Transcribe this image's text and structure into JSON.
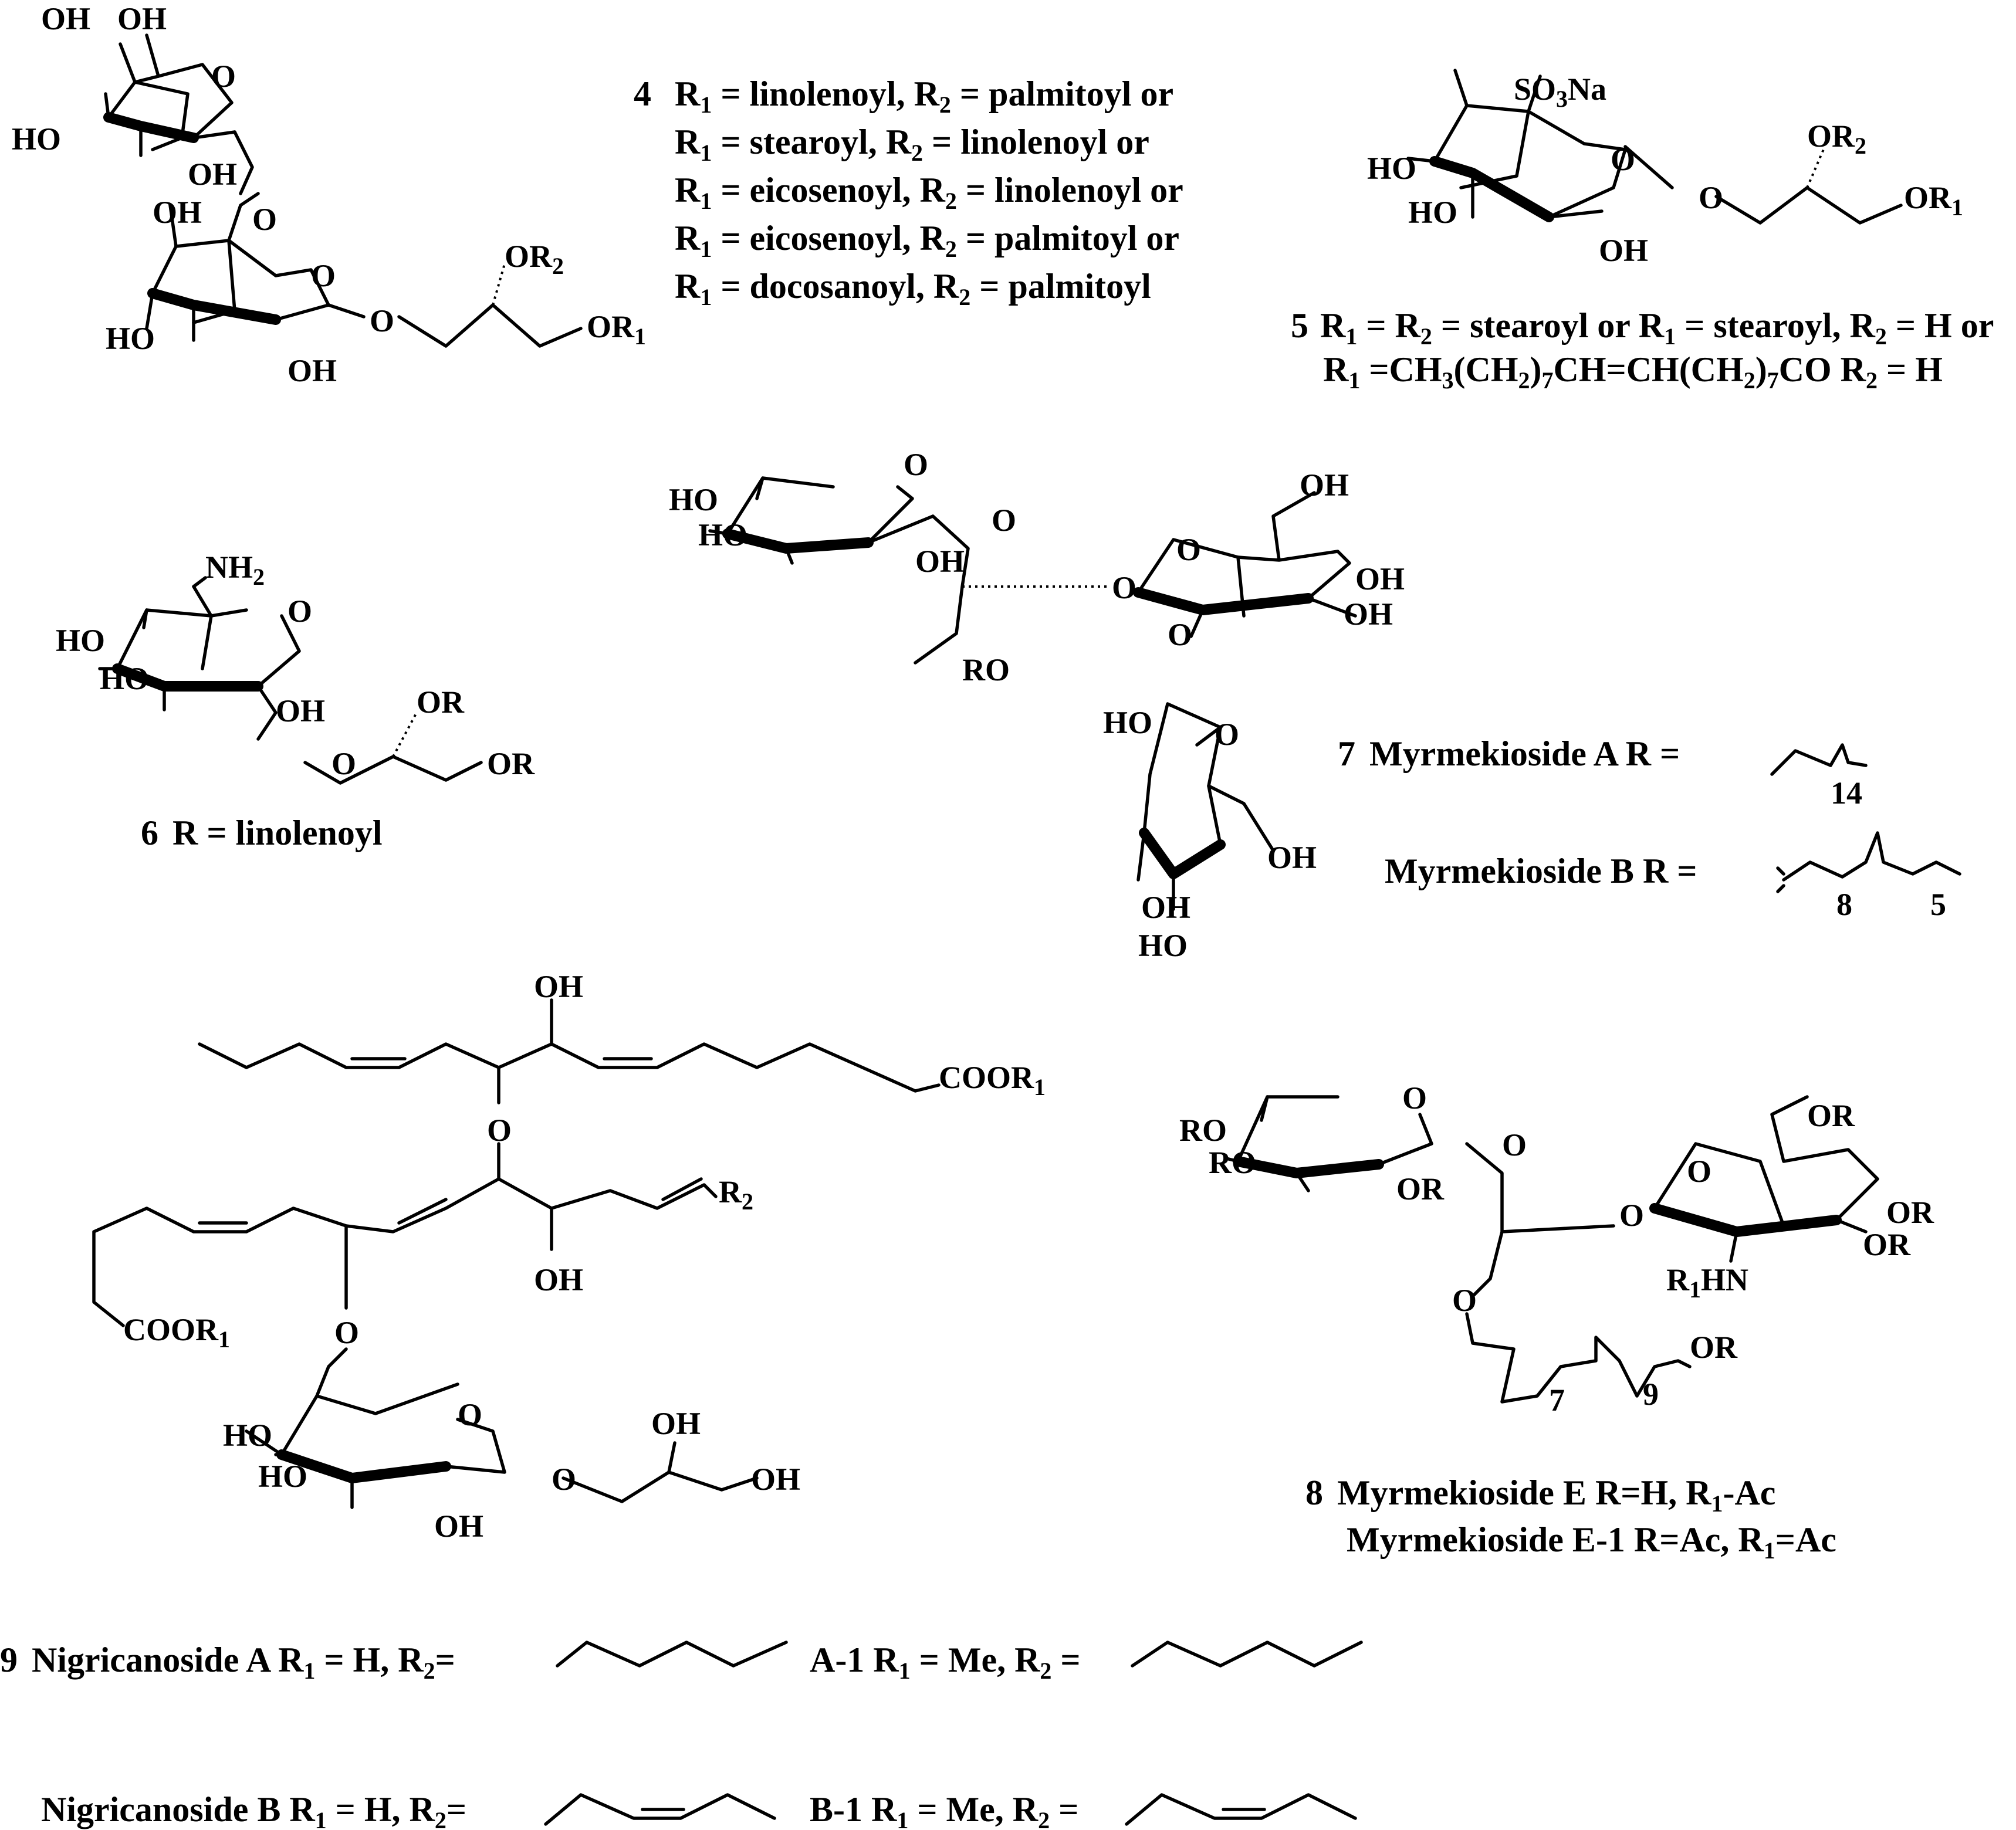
{
  "compound4": {
    "labels": {
      "oh1": "OH",
      "oh2": "OH",
      "ho3": "HO",
      "oh4": "OH",
      "oh5": "OH",
      "ho6": "HO",
      "oh7": "OH",
      "o1": "O",
      "o2": "O",
      "o3": "O",
      "o4": "O",
      "or2": "OR",
      "or2_sub": "2",
      "or1": "OR",
      "or1_sub": "1"
    },
    "number": "4",
    "caption": [
      {
        "r1": "R",
        "r1s": "1",
        "t1": " = linolenoyl, R",
        "r2s": "2",
        "t2": " = palmitoyl or"
      },
      {
        "r1": "R",
        "r1s": "1",
        "t1": " = stearoyl, R",
        "r2s": "2",
        "t2": " = linolenoyl or"
      },
      {
        "r1": "R",
        "r1s": "1",
        "t1": " = eicosenoyl, R",
        "r2s": "2",
        "t2": " = linolenoyl  or"
      },
      {
        "r1": "R",
        "r1s": "1",
        "t1": " = eicosenoyl, R",
        "r2s": "2",
        "t2": " = palmitoyl or"
      },
      {
        "r1": "R",
        "r1s": "1",
        "t1": " = docosanoyl, R",
        "r2s": "2",
        "t2": " = palmitoyl"
      }
    ]
  },
  "compound5": {
    "labels": {
      "so3": "SO",
      "so3_sub": "3",
      "so3_end": "Na",
      "ho1": "HO",
      "ho2": "HO",
      "oh": "OH",
      "o1": "O",
      "o2": "O",
      "or2": "OR",
      "or2_sub": "2",
      "or1": "OR",
      "or1_sub": "1"
    },
    "number": "5",
    "caption_line1": {
      "a": "R",
      "as": "1",
      "b": " = R",
      "bs": "2",
      "c": " = stearoyl or R",
      "cs": "1",
      "d": " = stearoyl,  R",
      "ds": "2",
      "e": " = H or"
    },
    "caption_line2": {
      "a": "R",
      "as": "1",
      "b": " =CH",
      "bs": "3",
      "c": "(CH",
      "cs": "2",
      "d": ")",
      "ds": "7",
      "e": "CH=CH(CH",
      "es": "2",
      "f": ")",
      "fs": "7",
      "g": "CO R",
      "gs": "2",
      "h": " = H"
    }
  },
  "compound6": {
    "labels": {
      "nh2": "NH",
      "nh2_sub": "2",
      "ho1": "HO",
      "ho2": "HO",
      "oh": "OH",
      "o1": "O",
      "o2": "O",
      "or_a": "OR",
      "or_b": "OR"
    },
    "number": "6",
    "caption": "R = linolenoyl"
  },
  "compound7": {
    "labels": {
      "ho1": "HO",
      "ho2": "HO",
      "oh1": "OH",
      "o1": "O",
      "o2": "O",
      "o3": "O",
      "oh2": "OH",
      "oh3": "OH",
      "oh4": "OH",
      "o4": "O",
      "ro": "RO",
      "ho3": "HO",
      "o5": "O",
      "o6": "O",
      "oh5": "OH",
      "oh6": "OH",
      "ho4": "HO"
    },
    "number": "7",
    "name_a": "Myrmekioside A R =",
    "count_a": "14",
    "name_b": "Myrmekioside B R =",
    "count_b1": "8",
    "count_b2": "5"
  },
  "compound8": {
    "labels": {
      "ro1": "RO",
      "ro2": "RO",
      "or1": "OR",
      "o1": "O",
      "o2": "O",
      "or_top": "OR",
      "o3": "O",
      "o4": "O",
      "or2": "OR",
      "or3": "OR",
      "r1hn": "R",
      "r1hn_sub": "1",
      "r1hn_end": "HN",
      "o5": "O",
      "or_chain": "OR",
      "n7": "7",
      "n9": "9"
    },
    "number": "8",
    "caption_line1": {
      "a": "Myrmekioside E R=H, R",
      "as": "1",
      "b": "-Ac"
    },
    "caption_line2": {
      "a": "Myrmekioside E-1 R=Ac, R",
      "as": "1",
      "b": "=Ac"
    }
  },
  "compound9": {
    "labels": {
      "oh_top": "OH",
      "coor1_top": "COOR",
      "coor1_top_sub": "1",
      "o_link1": "O",
      "r2": "R",
      "r2_sub": "2",
      "oh_mid": "OH",
      "coor1_left": "COOR",
      "coor1_left_sub": "1",
      "o_link2": "O",
      "ho1": "HO",
      "ho2": "HO",
      "o_ring": "O",
      "oh_ring": "OH",
      "o_gly": "O",
      "oh_g1": "OH",
      "oh_g2": "OH"
    },
    "number": "9",
    "line_a": {
      "name": "Nigricanoside A R",
      "s1": "1",
      "t1": " = H, R",
      "s2": "2",
      "t2": "="
    },
    "line_a1": {
      "name": "A-1 R",
      "s1": "1",
      "t1": " = Me, R",
      "s2": "2",
      "t2": " ="
    },
    "line_b": {
      "name": "Nigricanoside B R",
      "s1": "1",
      "t1": " = H, R",
      "s2": "2",
      "t2": "="
    },
    "line_b1": {
      "name": "B-1 R",
      "s1": "1",
      "t1": " = Me, R",
      "s2": "2",
      "t2": " ="
    }
  }
}
